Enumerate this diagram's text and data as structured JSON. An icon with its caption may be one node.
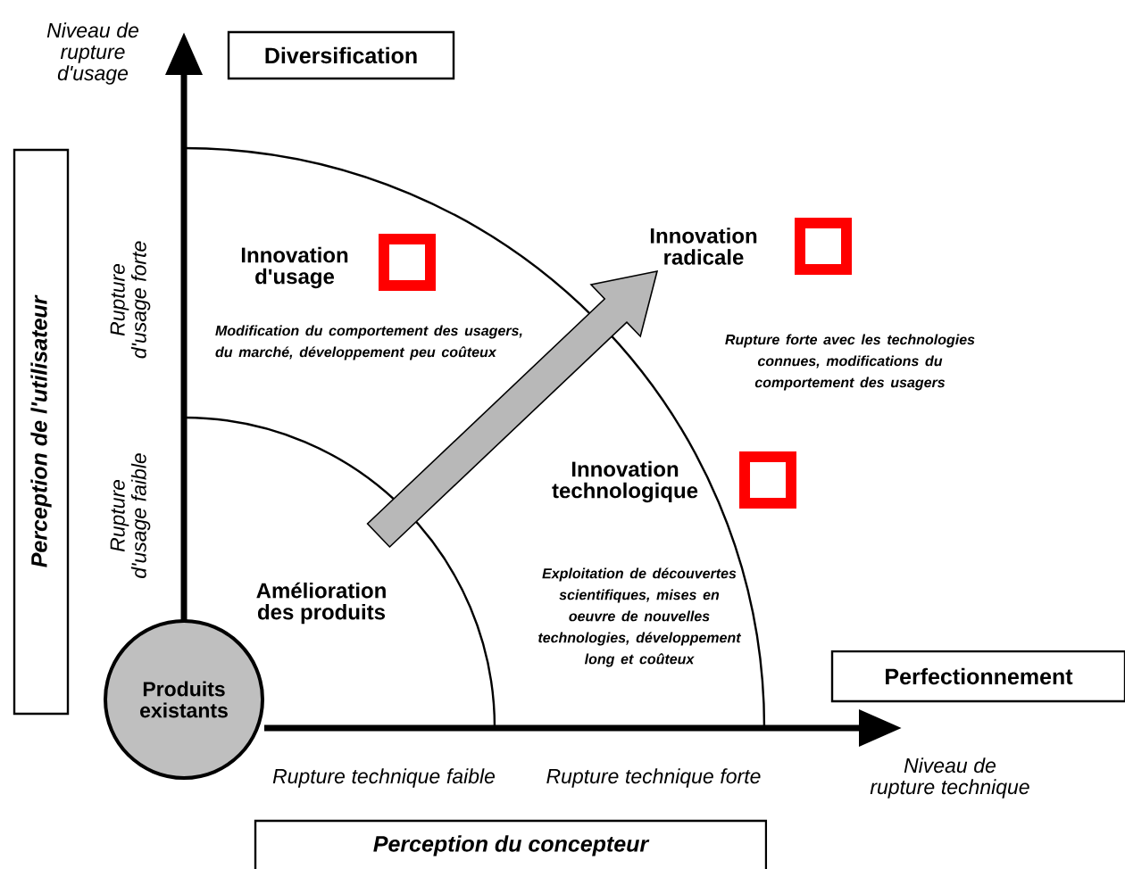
{
  "diagram": {
    "nodes": [
      {
        "text": [
          "Diversification"
        ]
      },
      {
        "text": [
          "Perception de l'utilisateur"
        ]
      },
      {
        "text": [
          "Perfectionnement"
        ]
      },
      {
        "text": [
          "Produits existants"
        ]
      },
      {
        "text": [
          "Perception du concepteur"
        ]
      }
    ],
    "labels": [
      "Niveau de rupture d'usage",
      "Innovation d'usage",
      "Modification du comportement des usagers, du marché, développement peu coûteux",
      "Rupture d'usage forte",
      "Innovation radicale",
      "Rupture forte avec les technologies connues, modifications du comportement des usagers",
      "Rupture d'usage faible",
      "Innovation technologique",
      "Exploitation de découvertes scientifiques, mises en oeuvre de nouvelles technologies, développement long et coûteux",
      "Amélioration des produits",
      "Rupture technique faible",
      "Rupture technique forte",
      "Niveau de rupture technique"
    ]
  }
}
